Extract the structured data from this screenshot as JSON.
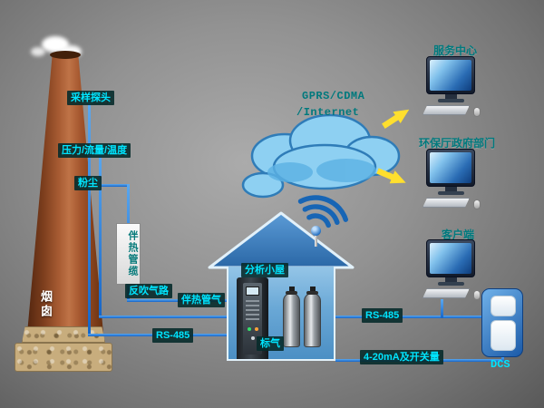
{
  "chimney": {
    "label": "烟囱",
    "sensors": [
      {
        "label": "采样探头"
      },
      {
        "label": "压力/流量/温度"
      },
      {
        "label": "粉尘"
      }
    ],
    "heated_line_box": "伴热管缆"
  },
  "pipes": {
    "backflush": "反吹气路",
    "heated_gas": "伴热管气",
    "rs485_left": "RS-485"
  },
  "cabin": {
    "label": "分析小屋",
    "standard_gas_label": "标气"
  },
  "cloud": {
    "line1": "GPRS/CDMA",
    "line2": "/Internet"
  },
  "workstations": [
    {
      "label": "服务中心"
    },
    {
      "label": "环保厅政府部门"
    },
    {
      "label": "客户端"
    }
  ],
  "links": {
    "rs485_right": "RS-485",
    "analog_signal": "4-20mA及开关量"
  },
  "dcs": {
    "label": "DCS"
  },
  "colors": {
    "label_text": "#00e5ff",
    "label_bg": "#0b2f2f",
    "connection_line": "#1f7ce0",
    "cloud_fill": "#8ed0f2",
    "cloud_text": "#00797d",
    "arrow_yellow": "#ffdf2e",
    "house_blue": "#4b8fc4",
    "chimney_brown": "#a85c33"
  }
}
